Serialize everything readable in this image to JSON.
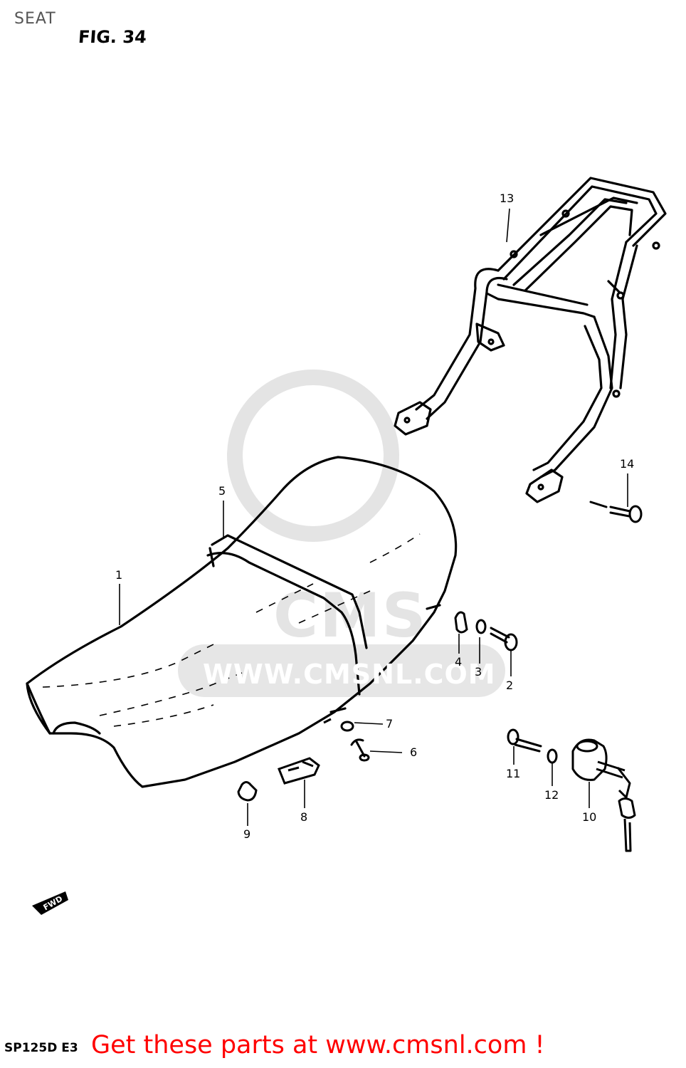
{
  "header": {
    "title": "SEAT",
    "figure": "FIG. 34"
  },
  "footer": {
    "model": "SP125D E3",
    "link_text": "Get these parts at www.cmsnl.com !"
  },
  "watermark": {
    "logo": "CMS",
    "url": "WWW.CMSNL.COM"
  },
  "direction_label": "FWD",
  "callouts": [
    "1",
    "2",
    "3",
    "4",
    "5",
    "6",
    "7",
    "8",
    "9",
    "10",
    "11",
    "12",
    "13",
    "14"
  ],
  "colors": {
    "link": "#ff0000",
    "line": "#000000",
    "watermark": "#e4e4e4"
  }
}
